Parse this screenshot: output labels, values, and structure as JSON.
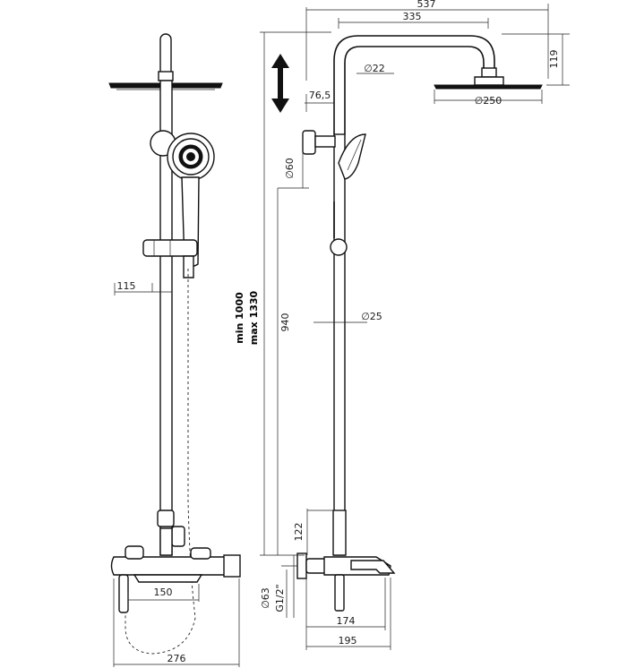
{
  "dimensions": {
    "d_537": "537",
    "d_335": "335",
    "d_119": "119",
    "d_22": "∅22",
    "d_76_5": "76,5",
    "d_250": "∅250",
    "d_60": "∅60",
    "d_25": "∅25",
    "d_940": "940",
    "d_min": "min 1000",
    "d_max": "max 1330",
    "d_115": "115",
    "d_122": "122",
    "d_63": "∅63",
    "d_g12": "G1/2\"",
    "d_150": "150",
    "d_174": "174",
    "d_195": "195",
    "d_276": "276"
  }
}
